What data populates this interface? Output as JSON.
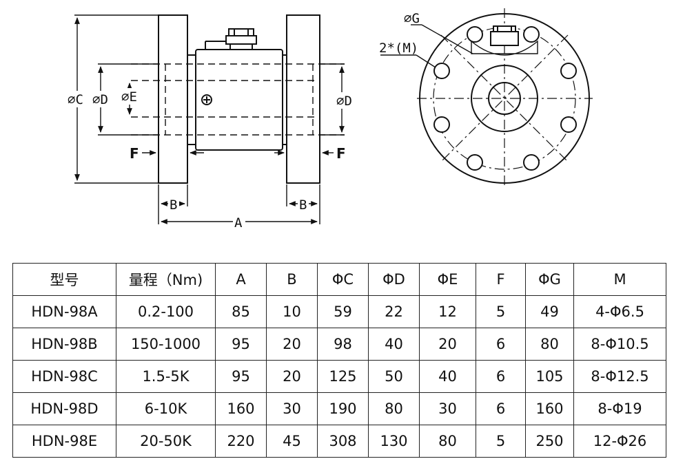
{
  "drawing": {
    "side_view_labels": {
      "dia_c": "⌀C",
      "dia_d_left": "⌀D",
      "dia_e": "⌀E",
      "dia_d_right": "⌀D",
      "f_left": "F",
      "f_right": "F",
      "b_left": "B",
      "b_right": "B",
      "a": "A"
    },
    "end_view_labels": {
      "dia_g": "⌀G",
      "holes": "2*(M)"
    }
  },
  "table": {
    "headers": [
      "型号",
      "量程（Nm)",
      "A",
      "B",
      "ΦC",
      "ΦD",
      "ΦE",
      "F",
      "ΦG",
      "M"
    ],
    "rows": [
      [
        "HDN-98A",
        "0.2-100",
        "85",
        "10",
        "59",
        "22",
        "12",
        "5",
        "49",
        "4-Φ6.5"
      ],
      [
        "HDN-98B",
        "150-1000",
        "95",
        "20",
        "98",
        "40",
        "20",
        "6",
        "80",
        "8-Φ10.5"
      ],
      [
        "HDN-98C",
        "1.5-5K",
        "95",
        "20",
        "125",
        "50",
        "40",
        "6",
        "105",
        "8-Φ12.5"
      ],
      [
        "HDN-98D",
        "6-10K",
        "160",
        "30",
        "190",
        "80",
        "30",
        "6",
        "160",
        "8-Φ19"
      ],
      [
        "HDN-98E",
        "20-50K",
        "220",
        "45",
        "308",
        "130",
        "80",
        "5",
        "250",
        "12-Φ26"
      ]
    ]
  }
}
